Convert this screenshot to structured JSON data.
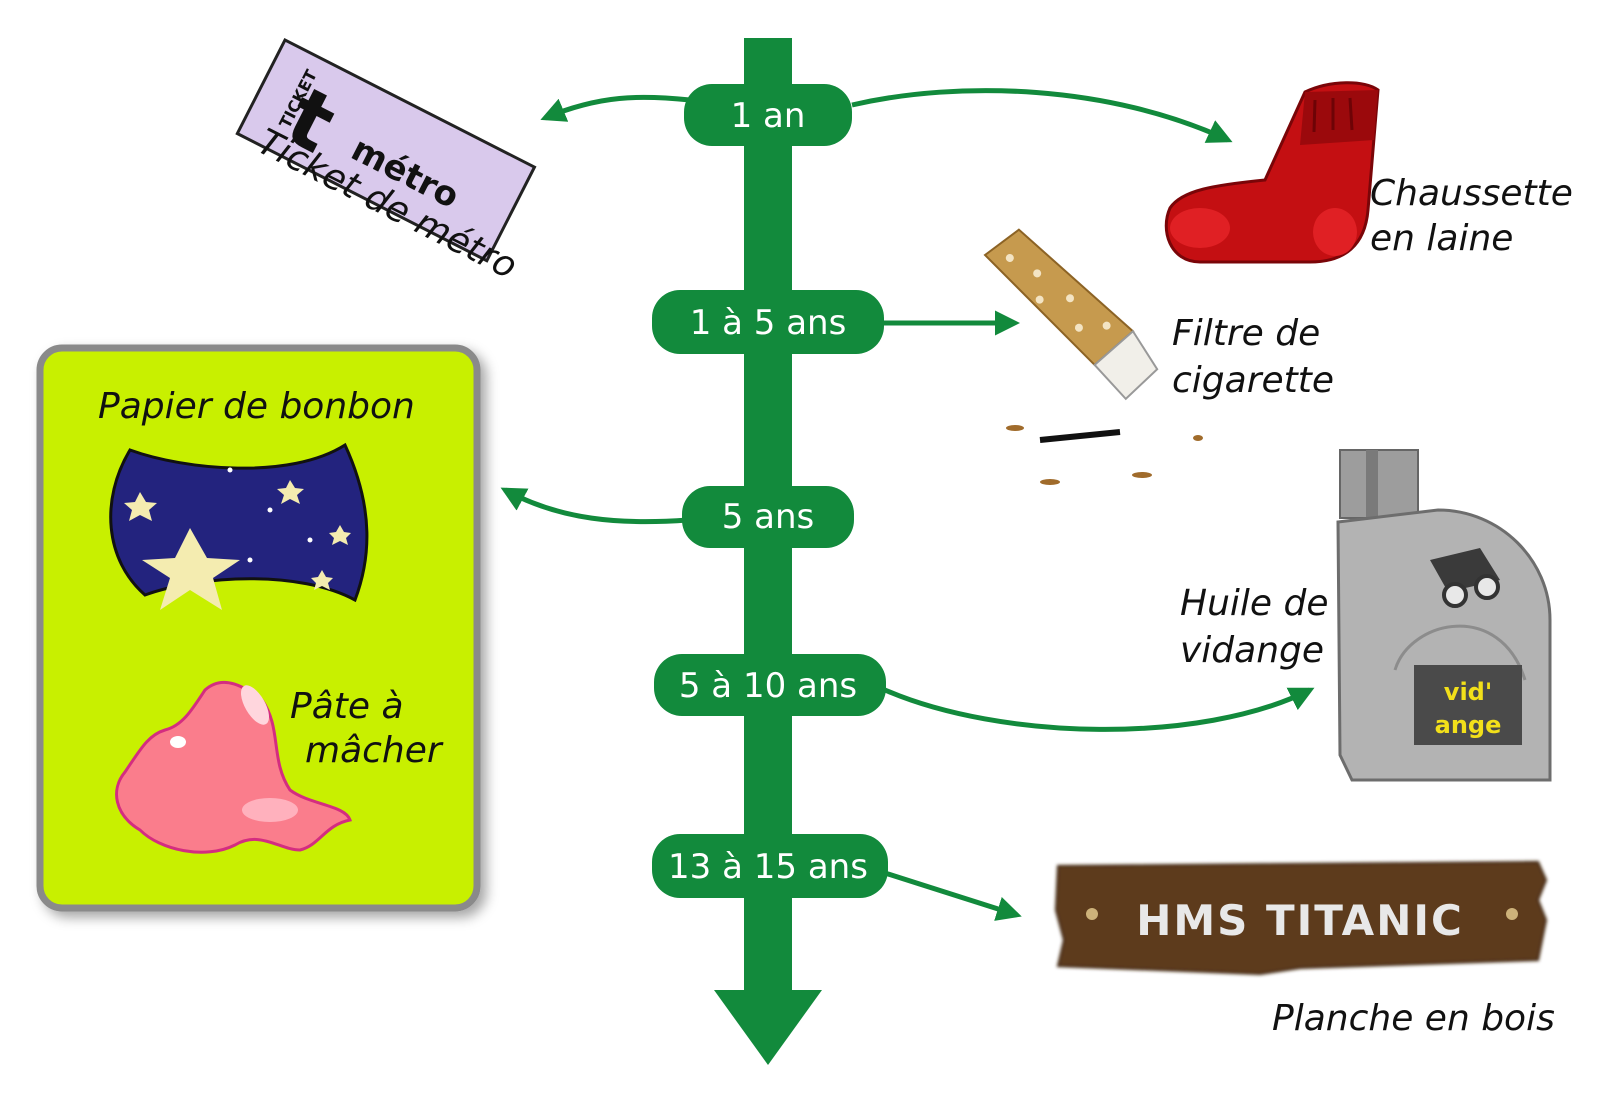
{
  "timeline": {
    "labels": [
      "1 an",
      "1 à 5 ans",
      "5 ans",
      "5 à 10 ans",
      "13 à 15 ans"
    ]
  },
  "items": {
    "ticket": {
      "caption": "Ticket de métro",
      "logo_ticket": "TICKET",
      "logo_t": "t",
      "logo_metro": "métro"
    },
    "sock": {
      "caption_lines": [
        "Chaussette",
        "en laine"
      ]
    },
    "cigarette": {
      "caption_lines": [
        "Filtre de",
        "cigarette"
      ]
    },
    "candy_panel": {
      "candy_caption": "Papier de bonbon",
      "gum_caption_lines": [
        "Pâte à",
        "mâcher"
      ]
    },
    "oil": {
      "caption_lines": [
        "Huile de",
        "vidange"
      ],
      "label_lines": [
        "vid'",
        "ange"
      ]
    },
    "plank": {
      "sign_text": "HMS TITANIC",
      "caption": "Planche en bois"
    }
  },
  "colors": {
    "timeline_green": "#128a3c",
    "panel_lime": "#c8f000",
    "panel_border": "#8a8a8a",
    "ticket_purple": "#d9c9ec",
    "sock_red": "#c40f12",
    "wood_brown": "#5d3a1f",
    "oil_gray": "#b3b3b3",
    "oil_label_yellow": "#f2e01a"
  }
}
